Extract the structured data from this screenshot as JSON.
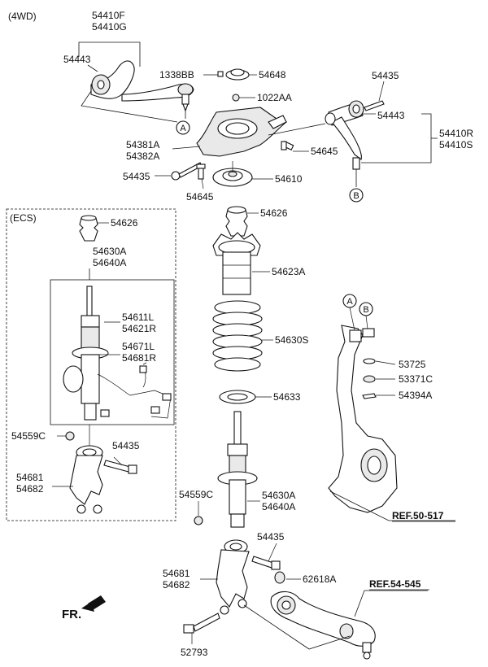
{
  "drive": "(4WD)",
  "ecs_label": "(ECS)",
  "fr_label": "FR.",
  "refs": [
    "REF.50-517",
    "REF.54-545"
  ],
  "callouts": [
    "A",
    "B"
  ],
  "parts": {
    "upper_arm_left_1": "54410F",
    "upper_arm_left_2": "54410G",
    "bushing_left": "54443",
    "bolt_1338": "1338BB",
    "mount_cap": "54648",
    "nut_1022": "1022AA",
    "bracket_1": "54381A",
    "bracket_2": "54382A",
    "bolt_left": "54435",
    "bolt_545645_a": "54645",
    "bolt_545645_b": "54645",
    "insulator": "54610",
    "bolt_right": "54435",
    "bushing_right": "54443",
    "upper_arm_right_1": "54410R",
    "upper_arm_right_2": "54410S",
    "bumper_ecs": "54626",
    "bumper": "54626",
    "strut_ecs_1": "54630A",
    "strut_ecs_2": "54640A",
    "strut_inner_1": "54611L",
    "strut_inner_2": "54621R",
    "harness_1": "54671L",
    "harness_2": "54681R",
    "dust_cover": "54623A",
    "spring": "54630S",
    "spring_pad": "54633",
    "nut_ecs": "54559C",
    "bolt_ecs": "54435",
    "fork_ecs_1": "54681",
    "fork_ecs_2": "54682",
    "washer": "53725",
    "nut_53371": "53371C",
    "pin": "54394A",
    "nut_strut": "54559C",
    "strut_1": "54630A",
    "strut_2": "54640A",
    "bolt_fork": "54435",
    "fork_1": "54681",
    "fork_2": "54682",
    "nut_62618": "62618A",
    "bolt_52793": "52793"
  }
}
